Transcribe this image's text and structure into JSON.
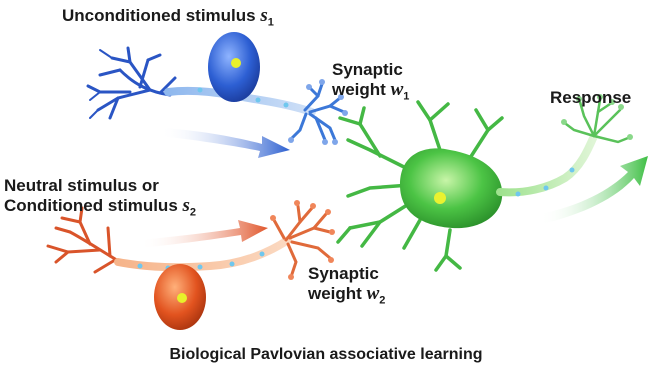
{
  "labels": {
    "unconditioned": {
      "text": "Unconditioned stimulus",
      "symbol": "s",
      "subscript": "1"
    },
    "synaptic_weight_1": {
      "line1": "Synaptic",
      "line2": "weight",
      "symbol": "w",
      "subscript": "1"
    },
    "response": "Response",
    "neutral": {
      "line1": "Neutral stimulus or",
      "line2": "Conditioned stimulus",
      "symbol": "s",
      "subscript": "2"
    },
    "synaptic_weight_2": {
      "line1": "Synaptic",
      "line2": "weight",
      "symbol": "w",
      "subscript": "2"
    }
  },
  "caption": "Biological Pavlovian associative learning",
  "colors": {
    "unconditioned_neuron": "#2f6fd6",
    "conditioned_neuron": "#e0562a",
    "response_neuron": "#49c24a",
    "node_of_ranvier": "#7fd3f2"
  }
}
